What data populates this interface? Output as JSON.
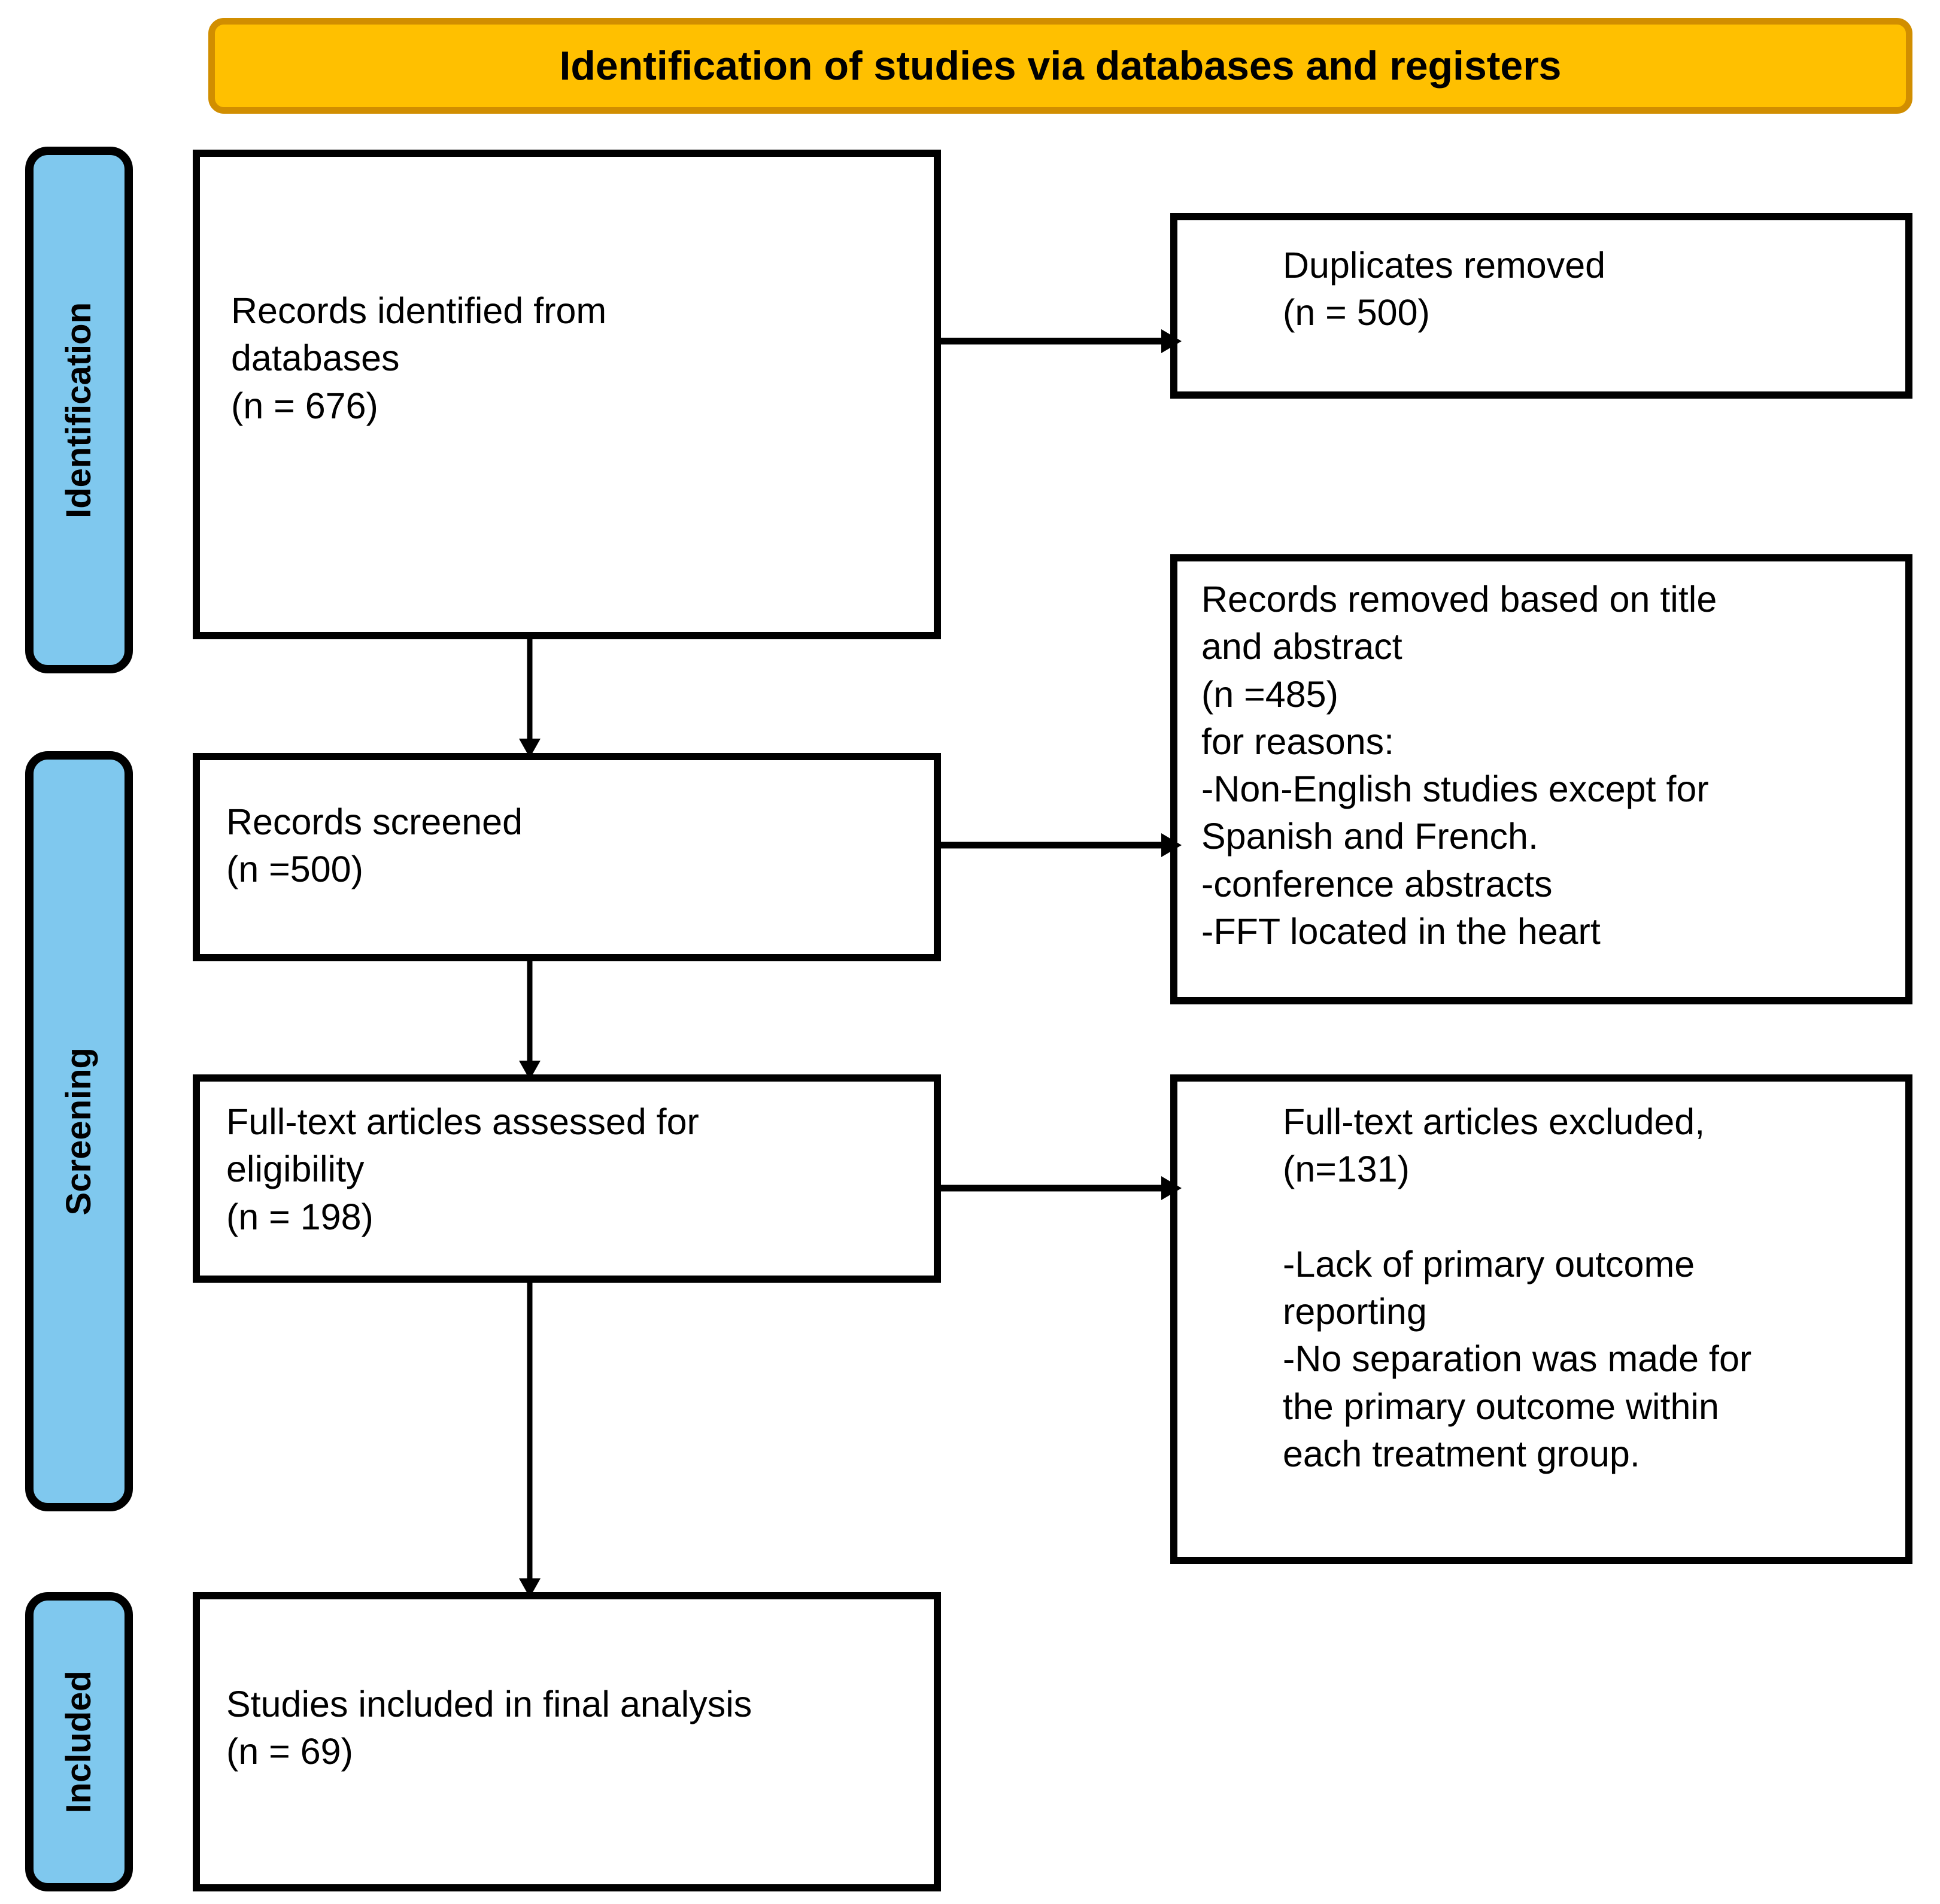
{
  "header": {
    "title": "Identification of studies via databases and registers",
    "fill_color": "#FFC000",
    "border_color": "#D18E00"
  },
  "stages": [
    {
      "id": "identification",
      "label": "Identification",
      "color": "#7FC8EE"
    },
    {
      "id": "screening",
      "label": "Screening",
      "color": "#7FC8EE"
    },
    {
      "id": "included",
      "label": "Included",
      "color": "#7FC8EE"
    }
  ],
  "boxes": {
    "identified": {
      "text": "Records identified from\ndatabases\n(n = 676)",
      "count": 676
    },
    "duplicates": {
      "text": "Duplicates removed\n(n = 500)",
      "count": 500
    },
    "screened": {
      "text": "Records screened\n(n =500)",
      "count": 500
    },
    "removed": {
      "text": "Records removed based on title\nand abstract\n(n =485)\nfor reasons:\n-Non-English studies except for\nSpanish and French.\n-conference abstracts\n-FFT located in the heart",
      "count": 485,
      "reasons": [
        "-Non-English studies except for Spanish and French.",
        "-conference abstracts",
        "-FFT located in the heart"
      ]
    },
    "fulltext": {
      "text": "Full-text articles assessed for\neligibility\n(n = 198)",
      "count": 198
    },
    "excluded": {
      "text": "Full-text articles excluded,\n(n=131)\n\n-Lack of primary outcome\nreporting\n-No separation was made for\nthe primary outcome within\neach treatment group.",
      "count": 131,
      "reasons": [
        "-Lack of primary outcome reporting",
        "-No separation was made for the primary outcome within each treatment group."
      ]
    },
    "included": {
      "text": "Studies included in final analysis\n (n = 69)",
      "count": 69
    }
  },
  "connectors": [
    {
      "id": "identified-to-duplicates",
      "from": "identified",
      "to": "duplicates",
      "direction": "right"
    },
    {
      "id": "identified-to-screened",
      "from": "identified",
      "to": "screened",
      "direction": "down"
    },
    {
      "id": "screened-to-removed",
      "from": "screened",
      "to": "removed",
      "direction": "right"
    },
    {
      "id": "screened-to-fulltext",
      "from": "screened",
      "to": "fulltext",
      "direction": "down"
    },
    {
      "id": "fulltext-to-excluded",
      "from": "fulltext",
      "to": "excluded",
      "direction": "right"
    },
    {
      "id": "fulltext-to-included",
      "from": "fulltext",
      "to": "included",
      "direction": "down"
    }
  ],
  "chart_data": {
    "type": "diagram",
    "title": "Identification of studies via databases and registers",
    "nodes": [
      {
        "id": "identified",
        "stage": "Identification",
        "label": "Records identified from databases",
        "n": 676
      },
      {
        "id": "duplicates",
        "stage": "Identification",
        "label": "Duplicates removed",
        "n": 500
      },
      {
        "id": "screened",
        "stage": "Screening",
        "label": "Records screened",
        "n": 500
      },
      {
        "id": "removed",
        "stage": "Screening",
        "label": "Records removed based on title and abstract",
        "n": 485
      },
      {
        "id": "fulltext",
        "stage": "Screening",
        "label": "Full-text articles assessed for eligibility",
        "n": 198
      },
      {
        "id": "excluded",
        "stage": "Screening",
        "label": "Full-text articles excluded",
        "n": 131
      },
      {
        "id": "included",
        "stage": "Included",
        "label": "Studies included in final analysis",
        "n": 69
      }
    ],
    "edges": [
      [
        "identified",
        "duplicates"
      ],
      [
        "identified",
        "screened"
      ],
      [
        "screened",
        "removed"
      ],
      [
        "screened",
        "fulltext"
      ],
      [
        "fulltext",
        "excluded"
      ],
      [
        "fulltext",
        "included"
      ]
    ]
  }
}
